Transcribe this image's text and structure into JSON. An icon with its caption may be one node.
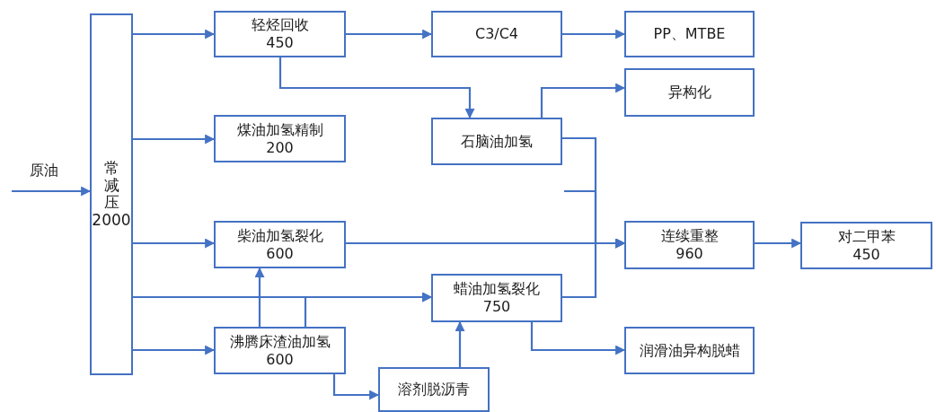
{
  "diagram": {
    "nodes": [
      {
        "text": [
          "常减压",
          "2000"
        ]
      },
      {
        "text": [
          "轻烃回收",
          "450"
        ]
      },
      {
        "text": [
          "C3/C4"
        ]
      },
      {
        "text": [
          "PP、MTBE"
        ]
      },
      {
        "text": [
          "异构化"
        ]
      },
      {
        "text": [
          "煤油加氢精制",
          "200"
        ]
      },
      {
        "text": [
          "石脑油加氢"
        ]
      },
      {
        "text": [
          "柴油加氢裂化",
          "600"
        ]
      },
      {
        "text": [
          "连续重整",
          "960"
        ]
      },
      {
        "text": [
          "对二甲苯",
          "450"
        ]
      },
      {
        "text": [
          "蜡油加氢裂化",
          "750"
        ]
      },
      {
        "text": [
          "沸腾床渣油加氢",
          "600"
        ]
      },
      {
        "text": [
          "润滑油异构脱蜡"
        ]
      },
      {
        "text": [
          "溶剂脱沥青"
        ]
      }
    ],
    "edges": [
      {
        "from": null,
        "to": 0,
        "arrow": "to",
        "label": "原油"
      },
      {
        "from": 0,
        "to": 1,
        "arrow": "to"
      },
      {
        "from": 0,
        "to": 5,
        "arrow": "to"
      },
      {
        "from": 0,
        "to": 7,
        "arrow": "to"
      },
      {
        "from": 0,
        "to": 10,
        "arrow": "to"
      },
      {
        "from": 0,
        "to": 11,
        "arrow": "to"
      },
      {
        "from": 1,
        "to": 2,
        "arrow": "to"
      },
      {
        "from": 2,
        "to": 3,
        "arrow": "to"
      },
      {
        "from": 1,
        "to": 6,
        "arrow": "to"
      },
      {
        "from": 6,
        "to": 4,
        "arrow": "to"
      },
      {
        "from": 6,
        "to": 8,
        "arrow": "to"
      },
      {
        "from": null,
        "to": 8,
        "arrow": "to"
      },
      {
        "from": 7,
        "to": 8,
        "arrow": "to"
      },
      {
        "from": 10,
        "to": 8,
        "arrow": "to"
      },
      {
        "from": 11,
        "to": 7,
        "arrow": "to"
      },
      {
        "from": 11,
        "to": 10,
        "arrow": "to"
      },
      {
        "from": 11,
        "to": 13,
        "arrow": "to"
      },
      {
        "from": 13,
        "to": 10,
        "arrow": "to"
      },
      {
        "from": 10,
        "to": 12,
        "arrow": "to"
      },
      {
        "from": 8,
        "to": 9,
        "arrow": "to"
      }
    ]
  }
}
